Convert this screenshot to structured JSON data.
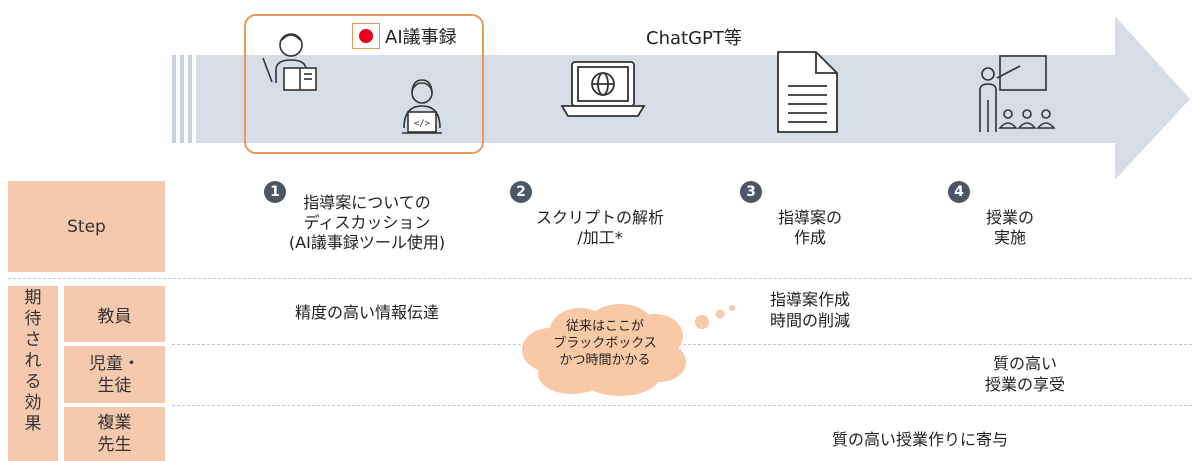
{
  "header": {
    "ai_tool_label": "AI議事録",
    "ai_tool_color": "#e8001c",
    "chatgpt_label": "ChatGPT等"
  },
  "icons": [
    "teacher-reading-icon",
    "developer-laptop-icon",
    "laptop-globe-icon",
    "document-icon",
    "classroom-lecture-icon"
  ],
  "steps_header": "Step",
  "steps": [
    {
      "num": "1",
      "line1": "指導案についての",
      "line2": "ディスカッション",
      "line3": "(AI議事録ツール使用)"
    },
    {
      "num": "2",
      "line1": "スクリプトの解析",
      "line2": "/加工*"
    },
    {
      "num": "3",
      "line1": "指導案の",
      "line2": "作成"
    },
    {
      "num": "4",
      "line1": "授業の",
      "line2": "実施"
    }
  ],
  "effects": {
    "side_label": [
      "期",
      "待",
      "さ",
      "れ",
      "る",
      "効",
      "果"
    ],
    "rows": [
      {
        "label": "教員"
      },
      {
        "label1": "児童・",
        "label2": "生徒"
      },
      {
        "label1": "複業",
        "label2": "先生"
      }
    ],
    "teacher_step1": "精度の高い情報伝達",
    "teacher_step3_line1": "指導案作成",
    "teacher_step3_line2": "時間の削減",
    "student_line1": "質の高い",
    "student_line2": "授業の享受",
    "guest_teacher": "質の高い授業作りに寄与",
    "cloud_line1": "従来はここが",
    "cloud_line2": "ブラックボックス",
    "cloud_line3": "かつ時間かかる"
  },
  "colors": {
    "arrow": "#d6dde6",
    "highlight_border": "#e69a55",
    "peach": "#f4c9ae",
    "cloud": "#f8c9a4",
    "badge": "#4a5866"
  }
}
